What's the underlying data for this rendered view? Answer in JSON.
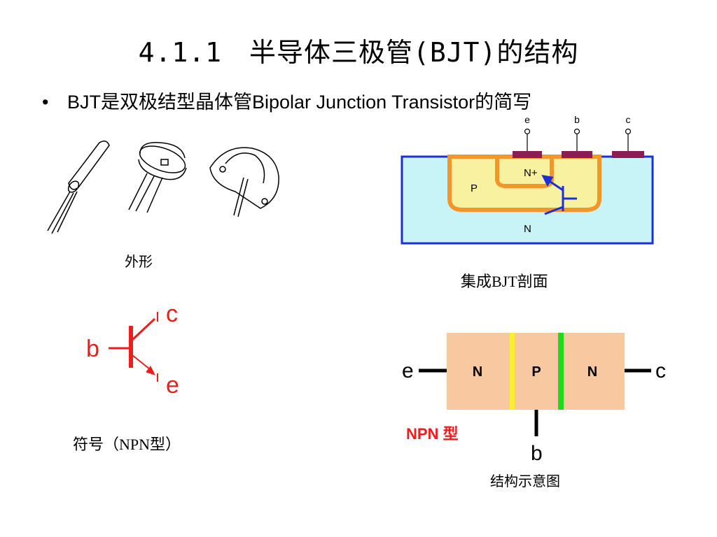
{
  "slide": {
    "title": "4.1.1　半导体三极管(BJT)的结构",
    "bullet": "BJT是双极结型晶体管Bipolar Junction Transistor的简写",
    "bullet_marker": "•"
  },
  "captions": {
    "appearance": "外形",
    "cross_section": "集成BJT剖面",
    "symbol": "符号（NPN型）",
    "structure": "结构示意图"
  },
  "cross_section": {
    "terminals": [
      "e",
      "b",
      "c"
    ],
    "emitter_region": "N+",
    "base_region": "P",
    "collector_region": "N",
    "colors": {
      "substrate": "#c8f4f8",
      "border": "#1c2fd8",
      "p_region": "#f8f2a0",
      "junction": "#f2962a",
      "contact": "#8a1e52"
    }
  },
  "symbol": {
    "base_label": "b",
    "collector_label": "c",
    "emitter_label": "e",
    "color": "#ee1c1c"
  },
  "structure": {
    "left_label": "e",
    "right_label": "c",
    "bottom_label": "b",
    "regions": [
      "N",
      "P",
      "N"
    ],
    "type_label": "NPN 型",
    "colors": {
      "region": "#f8c8a0",
      "junction_left": "#f8f02a",
      "junction_right": "#20d820",
      "type_label": "#ee1c1c"
    }
  }
}
